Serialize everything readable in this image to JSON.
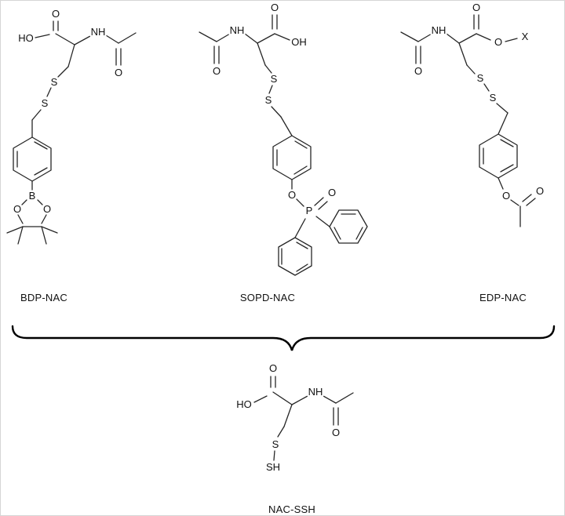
{
  "compounds": {
    "bdp": {
      "name": "BDP-NAC",
      "atoms": {
        "ho": "HO",
        "o_carboxyl": "O",
        "nh": "NH",
        "o_acetyl": "O",
        "s1": "S",
        "s2": "S",
        "b": "B",
        "o_left": "O",
        "o_right": "O"
      }
    },
    "sopd": {
      "name": "SOPD-NAC",
      "atoms": {
        "o_acetyl": "O",
        "nh": "NH",
        "o_carboxyl": "O",
        "oh": "OH",
        "s1": "S",
        "s2": "S",
        "o_ester": "O",
        "p": "P",
        "o_phosphoryl": "O"
      }
    },
    "edp": {
      "name": "EDP-NAC",
      "atoms": {
        "o_acetyl": "O",
        "nh": "NH",
        "o_carbonyl": "O",
        "o_ester": "O",
        "x": "X",
        "s1": "S",
        "s2": "S",
        "o_acetate": "O",
        "o_acetate_carbonyl": "O"
      }
    },
    "nacssh": {
      "name": "NAC-SSH",
      "atoms": {
        "ho": "HO",
        "o_carboxyl": "O",
        "nh": "NH",
        "o_acetyl": "O",
        "s": "S",
        "sh": "SH"
      }
    }
  }
}
